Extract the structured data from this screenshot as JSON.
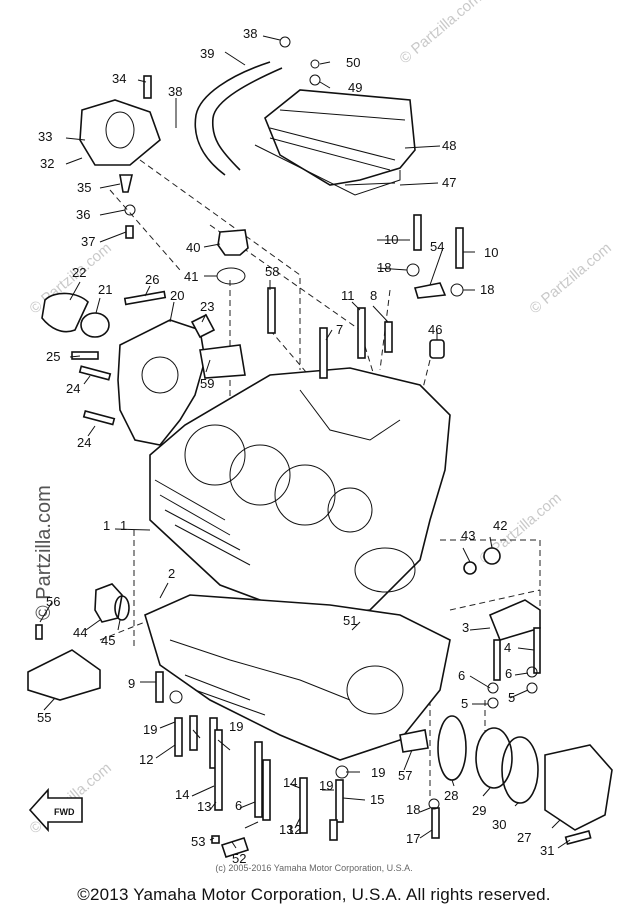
{
  "watermark": "© Partzilla.com",
  "small_credit": "(c) 2005-2016 Yamaha Motor Corporation, U.S.A.",
  "footer": "©2013 Yamaha Motor Corporation, U.S.A. All rights reserved.",
  "fwd_label": "FWD",
  "parts": [
    {
      "n": "1"
    },
    {
      "n": "1"
    },
    {
      "n": "2"
    },
    {
      "n": "3"
    },
    {
      "n": "4"
    },
    {
      "n": "5"
    },
    {
      "n": "5"
    },
    {
      "n": "6"
    },
    {
      "n": "6"
    },
    {
      "n": "6"
    },
    {
      "n": "7"
    },
    {
      "n": "8"
    },
    {
      "n": "9"
    },
    {
      "n": "10"
    },
    {
      "n": "10"
    },
    {
      "n": "11"
    },
    {
      "n": "12"
    },
    {
      "n": "12"
    },
    {
      "n": "13"
    },
    {
      "n": "13"
    },
    {
      "n": "14"
    },
    {
      "n": "14"
    },
    {
      "n": "15"
    },
    {
      "n": "17"
    },
    {
      "n": "18"
    },
    {
      "n": "18"
    },
    {
      "n": "18"
    },
    {
      "n": "19"
    },
    {
      "n": "19"
    },
    {
      "n": "19"
    },
    {
      "n": "19"
    },
    {
      "n": "20"
    },
    {
      "n": "21"
    },
    {
      "n": "22"
    },
    {
      "n": "23"
    },
    {
      "n": "24"
    },
    {
      "n": "24"
    },
    {
      "n": "25"
    },
    {
      "n": "26"
    },
    {
      "n": "27"
    },
    {
      "n": "28"
    },
    {
      "n": "29"
    },
    {
      "n": "30"
    },
    {
      "n": "31"
    },
    {
      "n": "32"
    },
    {
      "n": "33"
    },
    {
      "n": "34"
    },
    {
      "n": "35"
    },
    {
      "n": "36"
    },
    {
      "n": "37"
    },
    {
      "n": "38"
    },
    {
      "n": "38"
    },
    {
      "n": "39"
    },
    {
      "n": "40"
    },
    {
      "n": "41"
    },
    {
      "n": "42"
    },
    {
      "n": "43"
    },
    {
      "n": "44"
    },
    {
      "n": "45"
    },
    {
      "n": "46"
    },
    {
      "n": "47"
    },
    {
      "n": "48"
    },
    {
      "n": "49"
    },
    {
      "n": "50"
    },
    {
      "n": "51"
    },
    {
      "n": "52"
    },
    {
      "n": "53"
    },
    {
      "n": "54"
    },
    {
      "n": "55"
    },
    {
      "n": "56"
    },
    {
      "n": "57"
    },
    {
      "n": "58"
    },
    {
      "n": "59"
    }
  ]
}
